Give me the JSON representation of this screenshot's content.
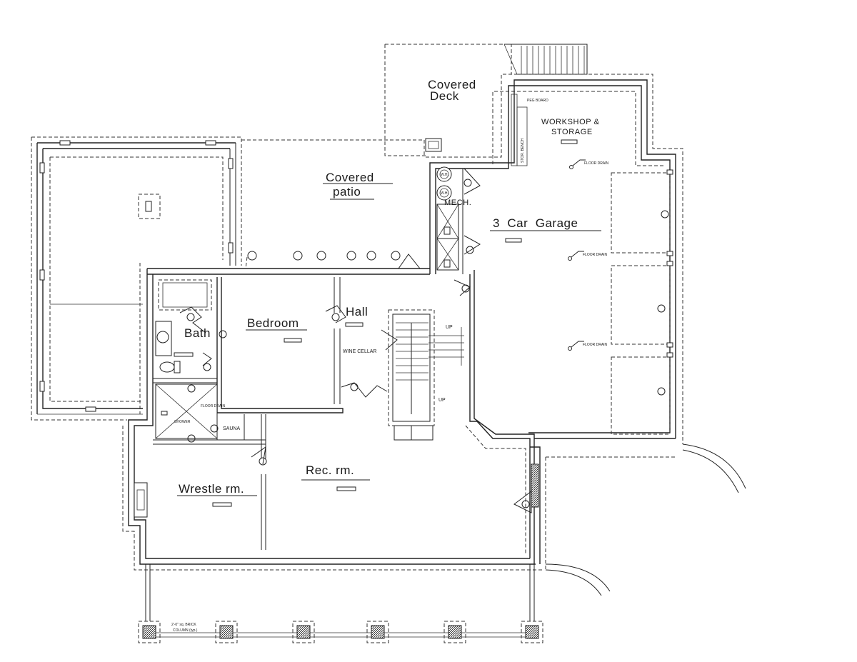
{
  "plan": {
    "labels": {
      "covered_deck_1": "Covered",
      "covered_deck_2": "Deck",
      "peg_board": "PEG BOARD",
      "stor_bench": "STOR. BENCH",
      "workshop_1": "WORKSHOP &",
      "workshop_2": "STORAGE",
      "covered_patio_1": "Covered",
      "covered_patio_2": "patio",
      "mech": "MECH.",
      "garage": "3  Car  Garage",
      "floor_drain_1": "FLOOR DRAIN",
      "floor_drain_2": "FLOOR DRAIN",
      "floor_drain_3": "FLOOR DRAIN",
      "floor_drain_4": "FLOOR DRAIN",
      "bath": "Bath",
      "bedroom": "Bedroom",
      "hall": "Hall",
      "wine_cellar": "WINE CELLAR",
      "up_1": "UP",
      "up_2": "UP",
      "shower": "SHOWER",
      "sauna": "SAUNA",
      "rec_room": "Rec. rm.",
      "wrestle_room": "Wrestle rm.",
      "column_note_1": "2'-0\" sq. BRICK",
      "column_note_2": "COLUMN (typ.)",
      "wh_1": "W.H.",
      "wh_2": "W.H."
    }
  }
}
